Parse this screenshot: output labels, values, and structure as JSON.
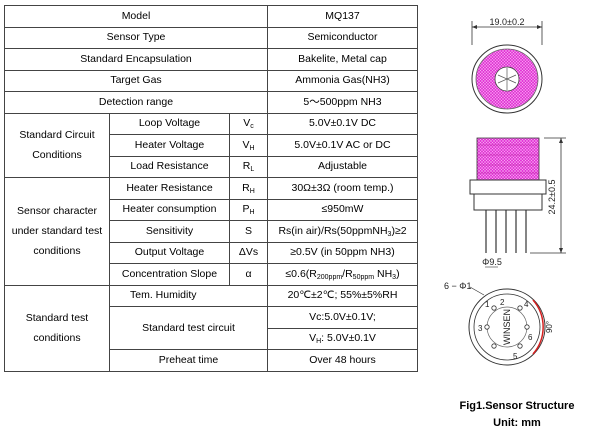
{
  "table": {
    "model": {
      "label": "Model",
      "value": "MQ137"
    },
    "sensor_type": {
      "label": "Sensor Type",
      "value": "Semiconductor"
    },
    "encapsulation": {
      "label": "Standard Encapsulation",
      "value": "Bakelite, Metal cap"
    },
    "target_gas": {
      "label": "Target Gas",
      "value": "Ammonia Gas(NH3)"
    },
    "detection_range": {
      "label": "Detection range",
      "value": "5～500ppm NH3"
    },
    "circuit_group": "Standard Circuit Conditions",
    "loop_voltage": {
      "label": "Loop Voltage",
      "symbol": "V",
      "symbol_sub": "c",
      "value": "5.0V±0.1V   DC"
    },
    "heater_voltage": {
      "label": "Heater Voltage",
      "symbol": "V",
      "symbol_sub": "H",
      "value": "5.0V±0.1V AC or DC"
    },
    "load_resistance": {
      "label": "Load Resistance",
      "symbol": "R",
      "symbol_sub": "L",
      "value": "Adjustable"
    },
    "character_group": "Sensor character under standard test conditions",
    "heater_resistance": {
      "label": "Heater Resistance",
      "symbol": "R",
      "symbol_sub": "H",
      "value": "30Ω±3Ω (room temp.)"
    },
    "heater_consumption": {
      "label": "Heater consumption",
      "symbol": "P",
      "symbol_sub": "H",
      "value": "≤950mW"
    },
    "sensitivity": {
      "label": "Sensitivity",
      "symbol": "S",
      "value_a": "Rs(in air)/Rs(50ppmNH",
      "value_sub": "3",
      "value_b": ")≥2"
    },
    "output_voltage": {
      "label": "Output Voltage",
      "symbol": "ΔVs",
      "value": "≥0.5V (in 50ppm NH3)"
    },
    "concentration_slope": {
      "label": "Concentration Slope",
      "symbol": "α",
      "value_a": "≤0.6(R",
      "sub1": "200ppm",
      "value_b": "/R",
      "sub2": "50ppm",
      "value_c": " NH",
      "sub3": "3",
      "value_d": ")"
    },
    "test_group": "Standard test conditions",
    "temp_humidity": {
      "label": "Tem.     Humidity",
      "value": "20℃±2℃;  55%±5%RH"
    },
    "test_circuit": {
      "label": "Standard test circuit",
      "value_1": "Vc:5.0V±0.1V;",
      "value_2a": "V",
      "value_2sub": "H",
      "value_2b": ": 5.0V±0.1V"
    },
    "preheat": {
      "label": "Preheat time",
      "value": "Over 48 hours"
    }
  },
  "figure": {
    "width_dim": "19.0±0.2",
    "height_dim": "24.2±0.5",
    "pin_circle": "Φ9.5",
    "pin_dia": "6 − Φ1",
    "angle": "90°",
    "brand": "WINSEN",
    "pins": [
      "1",
      "2",
      "3",
      "4",
      "5",
      "6"
    ],
    "caption_title": "Fig1.Sensor Structure",
    "caption_unit": "Unit: mm",
    "colors": {
      "mesh": "#e23ad6",
      "outline": "#333333",
      "arc": "#d62020"
    }
  }
}
